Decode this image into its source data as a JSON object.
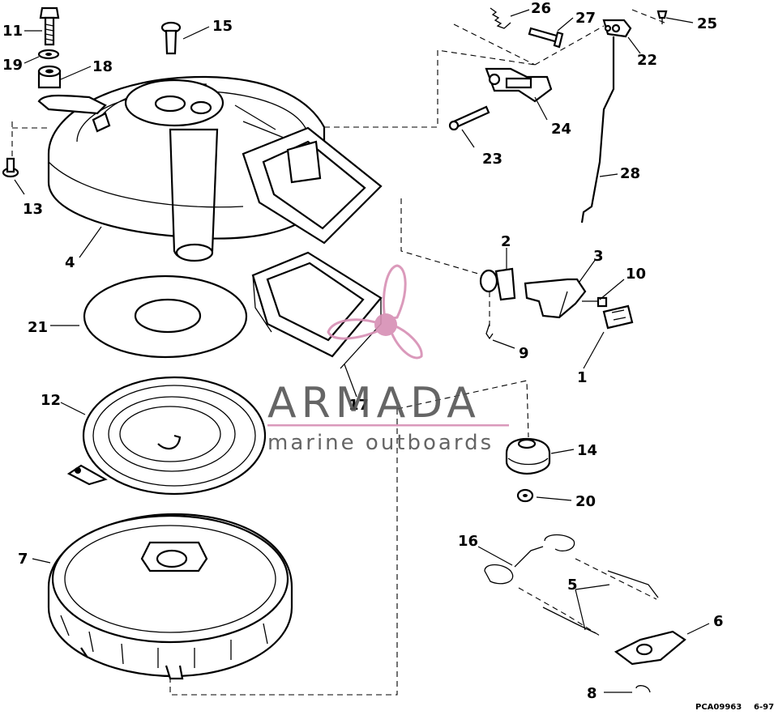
{
  "part_labels": {
    "p1": "1",
    "p2": "2",
    "p3": "3",
    "p4": "4",
    "p5": "5",
    "p6": "6",
    "p7": "7",
    "p8": "8",
    "p9": "9",
    "p10": "10",
    "p11": "11",
    "p12": "12",
    "p13": "13",
    "p14": "14",
    "p15": "15",
    "p16": "16",
    "p17": "17",
    "p18": "18",
    "p19": "19",
    "p20": "20",
    "p21": "21",
    "p22": "22",
    "p23": "23",
    "p24": "24",
    "p25": "25",
    "p26": "26",
    "p27": "27",
    "p28": "28"
  },
  "watermark": {
    "brand": "ARMADA",
    "tagline": "marine outboards",
    "color": "#d78fb4"
  },
  "footer": {
    "drawing_code": "PCA09963",
    "date_code": "6-97"
  }
}
